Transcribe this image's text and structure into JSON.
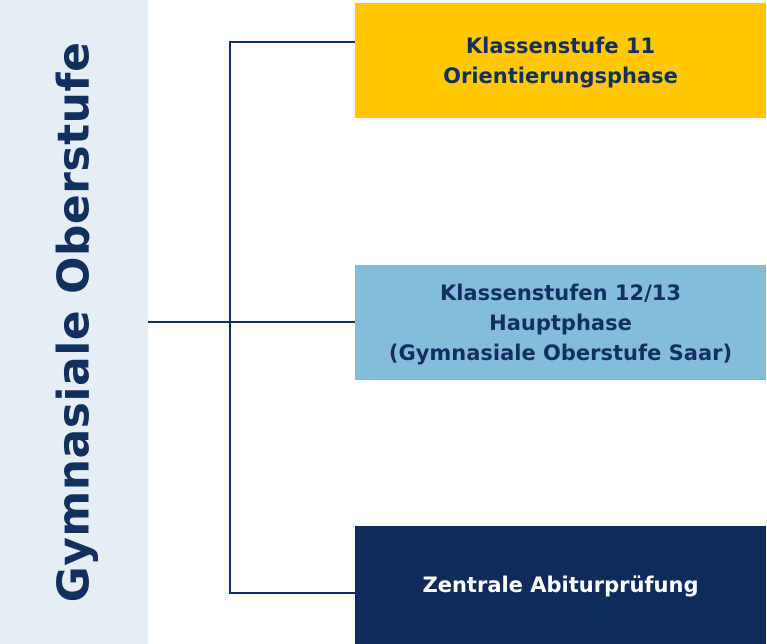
{
  "sidebar": {
    "title": "Gymnasiale Oberstufe"
  },
  "stages": [
    {
      "lines": [
        "Klassenstufe 11",
        "Orientierungsphase"
      ],
      "color": "#ffc800",
      "text_color": "#12305f"
    },
    {
      "lines": [
        "Klassenstufen 12/13",
        "Hauptphase",
        "(Gymnasiale Oberstufe Saar)"
      ],
      "color": "#85bcd8",
      "text_color": "#12305f"
    },
    {
      "lines": [
        "Zentrale Abiturprüfung"
      ],
      "color": "#0e2b5c",
      "text_color": "#ffffff"
    }
  ],
  "colors": {
    "sidebar_bg": "#e4eef4",
    "navy": "#12305f"
  }
}
